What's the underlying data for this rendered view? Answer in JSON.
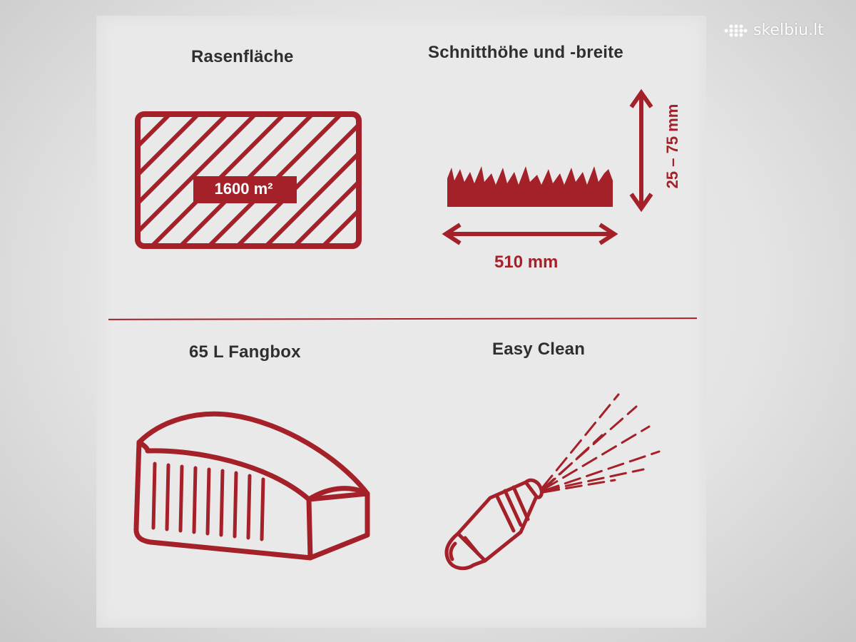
{
  "features": {
    "lawn_area": {
      "title": "Rasenfläche",
      "value": "1600 m²",
      "icon": "hatched-lawn-area-icon"
    },
    "cutting": {
      "title": "Schnitthöhe und -breite",
      "height": "25 – 75 mm",
      "width": "510 mm",
      "icon": "grass-cut-icon"
    },
    "grass_box": {
      "title": "65 L Fangbox",
      "icon": "grass-catcher-box-icon"
    },
    "easy_clean": {
      "title": "Easy Clean",
      "icon": "water-spray-nozzle-icon"
    }
  },
  "watermark": {
    "text": "skelbiu.lt",
    "icon": "dots-logo-icon"
  },
  "colors": {
    "accent": "#a5212a",
    "heading": "#2f2f2f",
    "panel": "#e9e9e9"
  }
}
